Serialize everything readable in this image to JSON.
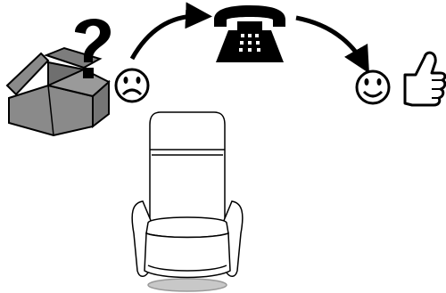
{
  "diagram": {
    "steps": [
      {
        "id": "open-empty-box",
        "icon": "open-box-with-question-mark-icon"
      },
      {
        "id": "unhappy",
        "icon": "sad-face-icon"
      },
      {
        "id": "call",
        "icon": "telephone-icon"
      },
      {
        "id": "happy",
        "icon": "smiley-face-icon"
      },
      {
        "id": "approval",
        "icon": "thumbs-up-icon"
      }
    ],
    "arrows": [
      {
        "from": "unhappy",
        "to": "call",
        "icon": "curved-arrow-icon"
      },
      {
        "from": "call",
        "to": "happy",
        "icon": "curved-arrow-icon"
      }
    ],
    "main_object": {
      "icon": "recliner-chair-icon"
    },
    "colors": {
      "line": "#000000",
      "box_fill": "#8a8a8a",
      "box_inner": "#6f6f6f",
      "chair_fill": "#ffffff",
      "chair_base": "#c8c8c8"
    }
  }
}
